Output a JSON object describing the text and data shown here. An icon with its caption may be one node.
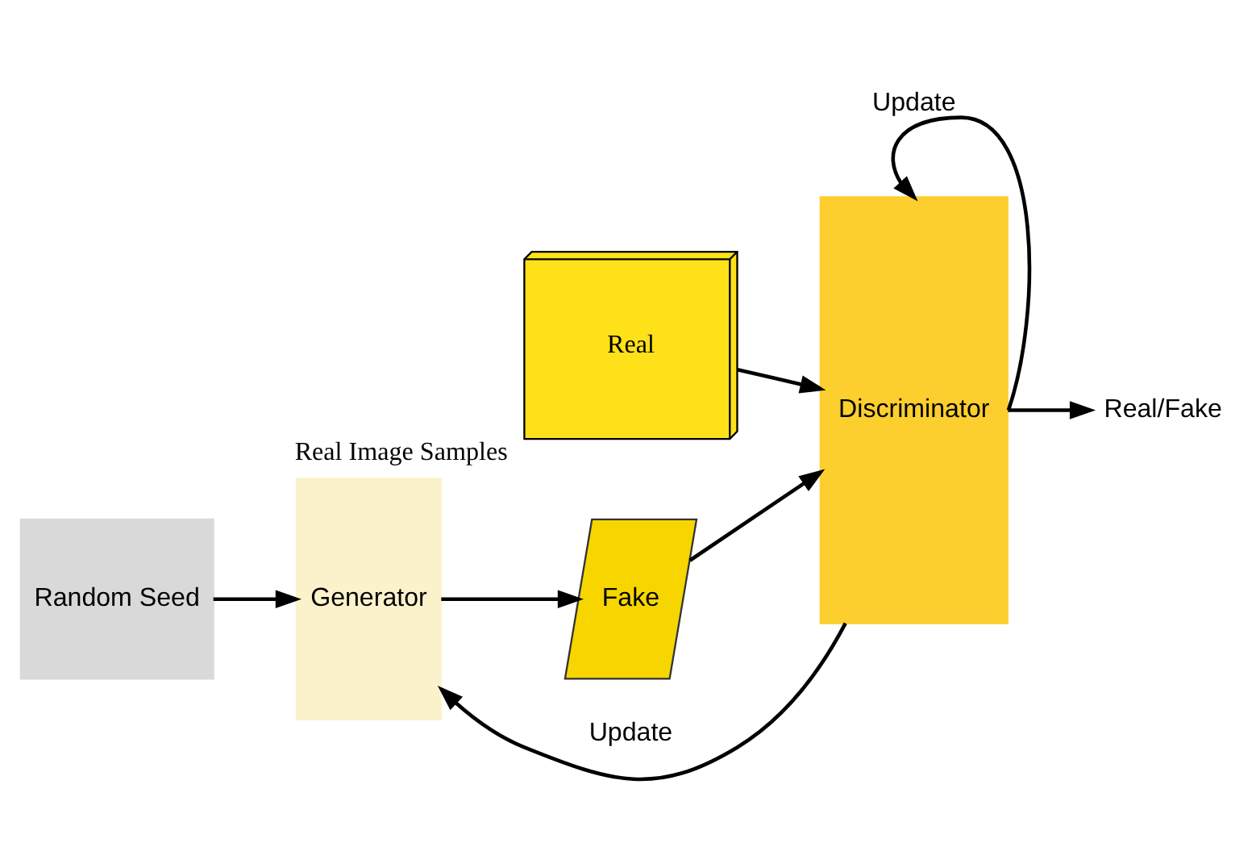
{
  "diagram": {
    "nodes": [
      {
        "text": [
          "Real"
        ],
        "beside": [
          "Real Image Samples"
        ]
      },
      {
        "text": [
          "Random Seed"
        ]
      },
      {
        "text": [
          "Generator"
        ]
      },
      {
        "text": [
          "Fake"
        ]
      },
      {
        "text": [
          "Discriminator"
        ]
      },
      {
        "text": [
          "Real/Fake"
        ]
      }
    ],
    "edges": [
      {
        "from": 0,
        "to": 4,
        "arrow": "to"
      },
      {
        "from": 1,
        "to": 2,
        "arrow": "to"
      },
      {
        "from": 2,
        "to": 3,
        "arrow": "to"
      },
      {
        "from": 3,
        "to": 4,
        "arrow": "to"
      },
      {
        "from": 4,
        "to": 5,
        "arrow": "to"
      },
      {
        "from": 4,
        "to": 4,
        "label": "Update",
        "arrow": "to"
      },
      {
        "from": 4,
        "to": 2,
        "label": "Update",
        "arrow": "to"
      }
    ]
  }
}
